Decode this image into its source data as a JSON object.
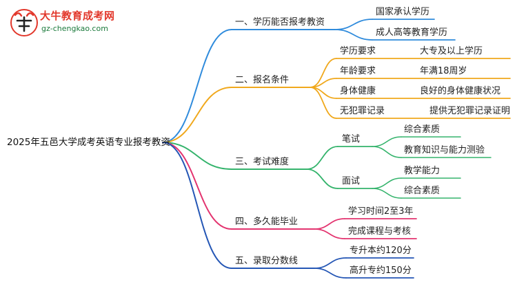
{
  "logo": {
    "name": "大牛教育成考网",
    "url": "gz-chengkao.com"
  },
  "root": "2025年五邑大学成考英语专业报考教资",
  "colors": {
    "blue": "#2f8bdc",
    "orange": "#f0a81c",
    "green": "#33b36b",
    "pink": "#e3336f",
    "navy": "#2456b5",
    "logo_red": "#e2372b",
    "logo_green": "#1b7a3c"
  },
  "branches": [
    {
      "label": "一、学历能否报考教资",
      "children": [
        "国家承认学历",
        "成人高等教育学历"
      ]
    },
    {
      "label": "二、报名条件",
      "children": [
        {
          "label": "学历要求",
          "children": [
            "大专及以上学历"
          ]
        },
        {
          "label": "年龄要求",
          "children": [
            "年满18周岁"
          ]
        },
        {
          "label": "身体健康",
          "children": [
            "良好的身体健康状况"
          ]
        },
        {
          "label": "无犯罪记录",
          "children": [
            "提供无犯罪记录证明"
          ]
        }
      ]
    },
    {
      "label": "三、考试难度",
      "children": [
        {
          "label": "笔试",
          "children": [
            "综合素质",
            "教育知识与能力测验"
          ]
        },
        {
          "label": "面试",
          "children": [
            "教学能力",
            "综合素质"
          ]
        }
      ]
    },
    {
      "label": "四、多久能毕业",
      "children": [
        "学习时间2至3年",
        "完成课程与考核"
      ]
    },
    {
      "label": "五、录取分数线",
      "children": [
        "专升本约120分",
        "高升专约150分"
      ]
    }
  ]
}
